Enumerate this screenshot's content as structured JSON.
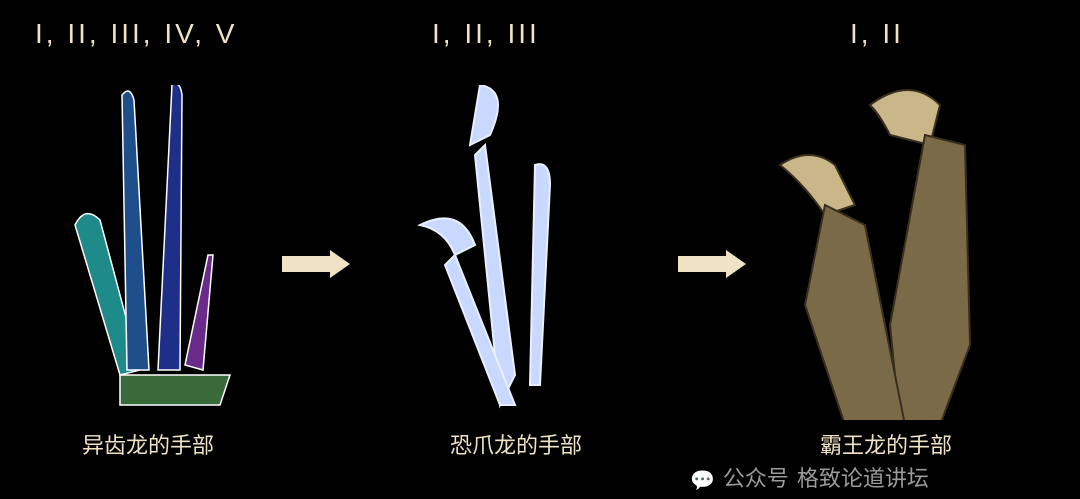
{
  "panels": [
    {
      "numerals": "I, II, III, IV, V",
      "caption": "异齿龙的手部"
    },
    {
      "numerals": "I, II, III",
      "caption": "恐爪龙的手部"
    },
    {
      "numerals": "I, II",
      "caption": "霸王龙的手部"
    }
  ],
  "watermark": {
    "prefix": "公众号",
    "name": "格致论道讲坛",
    "icon": "wechat-icon"
  },
  "colors": {
    "text": "#efe3c4",
    "arrow": "#efe3c4",
    "background": "#000000"
  }
}
